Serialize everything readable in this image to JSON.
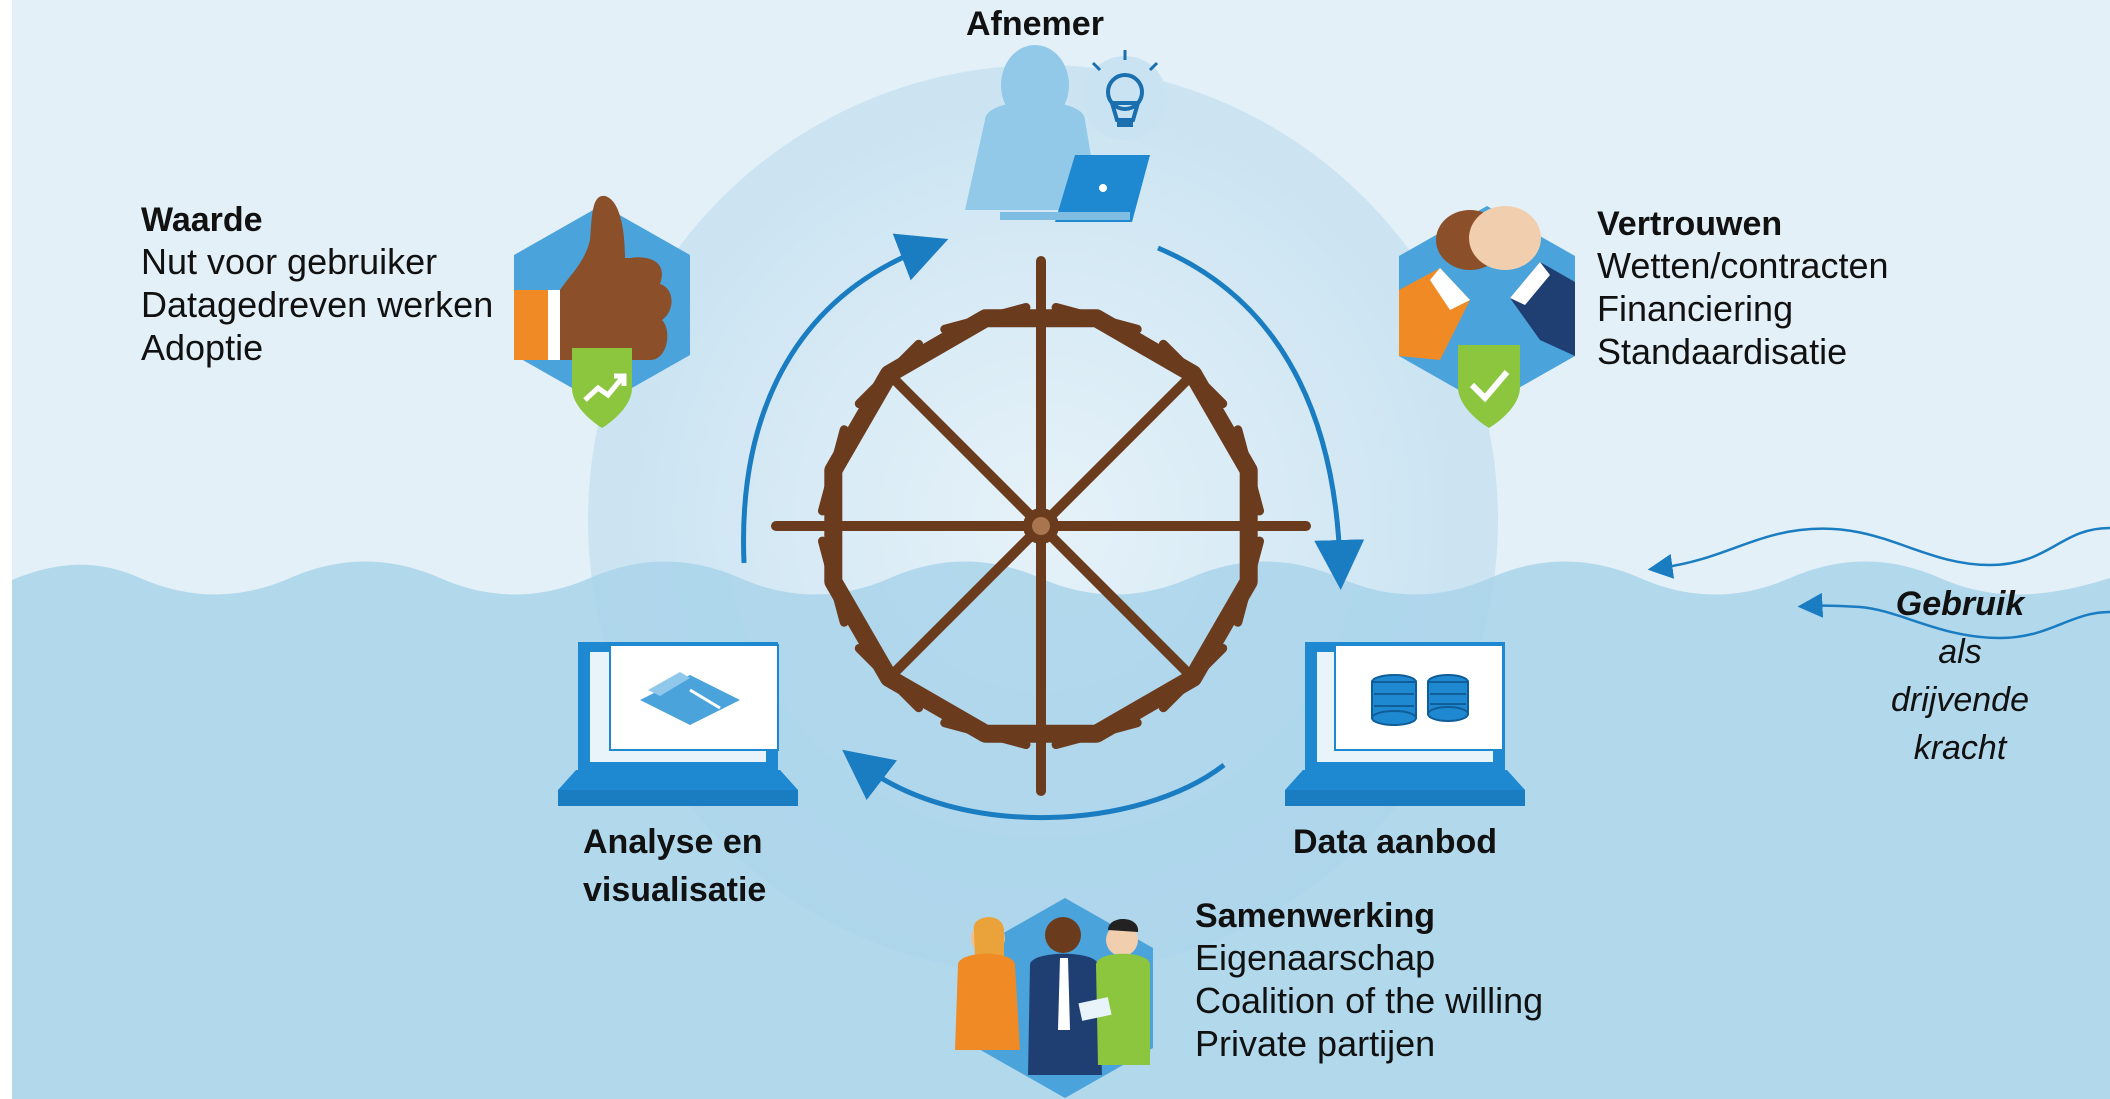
{
  "afnemer": {
    "title": "Afnemer"
  },
  "waarde": {
    "title": "Waarde",
    "items": [
      "Nut voor gebruiker",
      "Datagedreven werken",
      "Adoptie"
    ]
  },
  "vertrouwen": {
    "title": "Vertrouwen",
    "items": [
      "Wetten/contracten",
      "Financiering",
      "Standaardisatie"
    ]
  },
  "samenwerking": {
    "title": "Samenwerking",
    "items": [
      "Eigenaarschap",
      "Coalition of the willing",
      "Private partijen"
    ]
  },
  "analyse": {
    "line1": "Analyse en",
    "line2": "visualisatie"
  },
  "data_aanbod": {
    "title": "Data aanbod"
  },
  "gebruik": {
    "bold": "Gebruik",
    "lines": [
      "als",
      "drijvende",
      "kracht"
    ]
  },
  "colors": {
    "sky": "#e3f0f8",
    "water": "#aad3ea",
    "circle": "#cfe6f3",
    "arrow": "#1a7cc1",
    "wheel": "#6b3b1e",
    "hexagon": "#4aa3da",
    "shield": "#8cc63f",
    "laptop": "#1e88d0"
  },
  "icons": [
    "person-laptop-icon",
    "lightbulb-icon",
    "thumbs-up-icon",
    "handshake-icon",
    "shield-check-icon",
    "shield-trend-icon",
    "laptop-map-icon",
    "laptop-database-icon",
    "team-people-icon"
  ]
}
